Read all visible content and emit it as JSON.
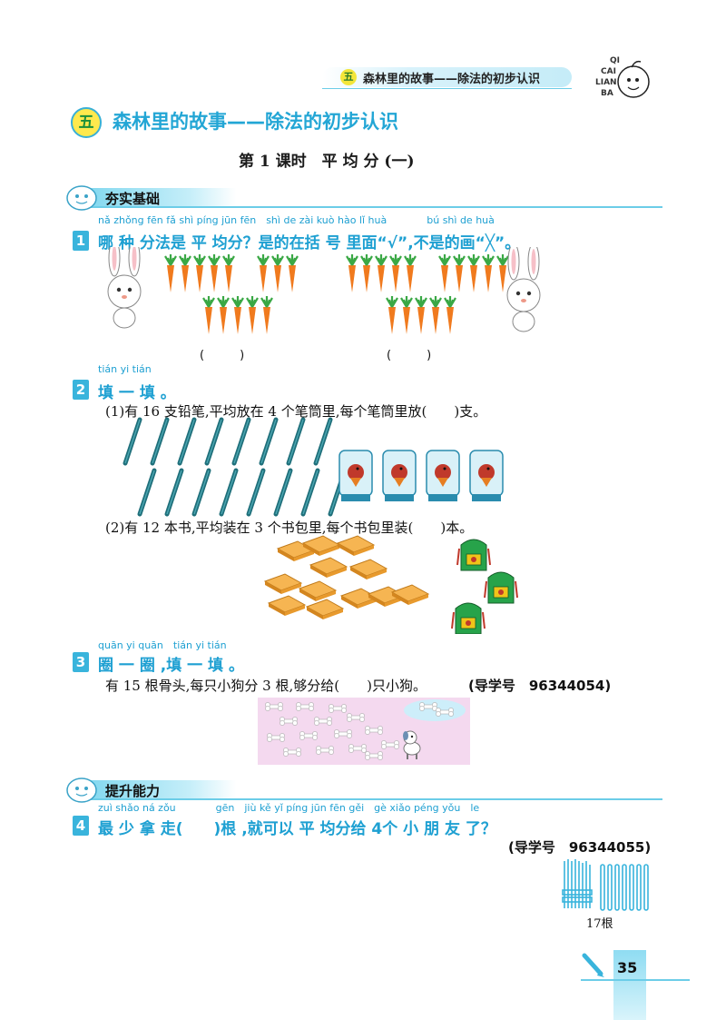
{
  "header": {
    "unit_num": "五",
    "running_title": "森林里的故事——除法的初步认识",
    "brand_letters": [
      "QI",
      "CAI",
      "LIAN",
      "BA"
    ]
  },
  "unit": {
    "num": "五",
    "title": "森林里的故事——除法的初步认识"
  },
  "lesson_title": "第 1 课时　平 均 分 (一)",
  "sections": {
    "basic": "夯实基础",
    "advanced": "提升能力"
  },
  "q1": {
    "num": "1",
    "pinyin": "nǎ zhǒng fēn fǎ shì píng jūn fēn　shì de zài kuò hào lǐ huà　　　　bú shì de huà",
    "text": "哪 种 分法是 平 均分？是的在括 号 里面“√”,不是的画“╳”。",
    "blank_left": "(　　　)",
    "blank_right": "(　　　)"
  },
  "q2": {
    "num": "2",
    "pinyin": "tián yi tián",
    "text": "填 一 填 。",
    "part1": "(1)有 16 支铅笔,平均放在 4 个笔筒里,每个笔筒里放(　　)支。",
    "part2": "(2)有 12 本书,平均装在 3 个书包里,每个书包里装(　　)本。"
  },
  "q3": {
    "num": "3",
    "pinyin": "quān yi quān　tián yi tián",
    "text": "圈 一 圈 ,填 一 填 。",
    "body": "有 15 根骨头,每只小狗分 3 根,够分给(　　)只小狗。",
    "guide": "(导学号　96344054)"
  },
  "q4": {
    "num": "4",
    "pinyin": "zuì shǎo ná zǒu　　　　gēn　jiù kě yǐ píng jūn fēn gěi　gè xiǎo péng yǒu　le",
    "text": "最 少 拿 走(　　)根 ,就可以 平 均分给 4个 小 朋 友 了？",
    "guide": "(导学号　96344055)",
    "sticks_label": "17根"
  },
  "page_number": "35",
  "colors": {
    "accent": "#1ea0d2",
    "qnum_bg": "#39b4dc",
    "banner": "#7fd7ef",
    "carrot": "#f07a1e",
    "leaf": "#3aa845",
    "pencil": "#1f6f7a",
    "book": "#f3a23a",
    "bag": "#27a34a",
    "bone_bg": "#f4d9ef"
  }
}
